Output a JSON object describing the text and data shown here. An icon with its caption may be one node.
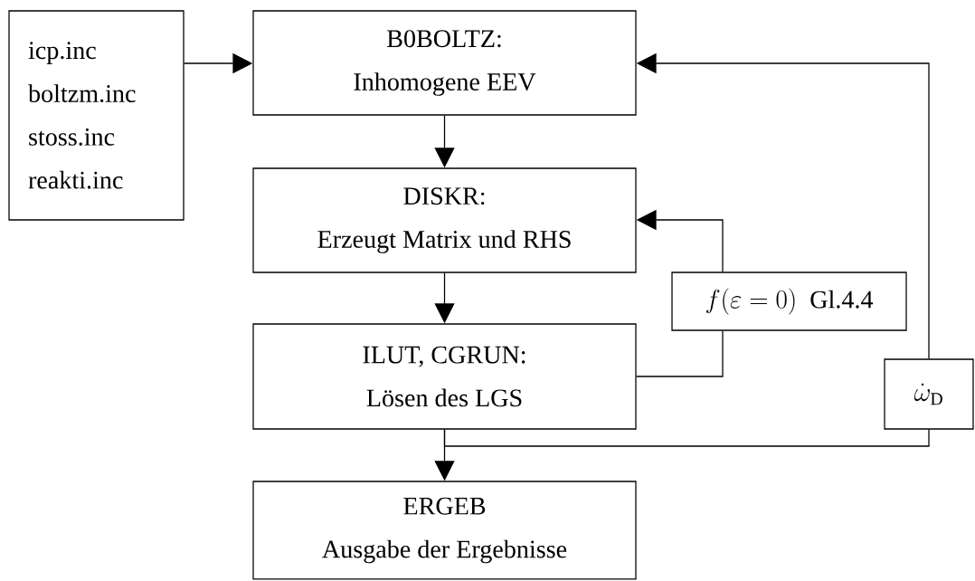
{
  "diagram": {
    "nodes": [
      {
        "text": [
          "icp.inc",
          "boltzm.inc",
          "stoss.inc",
          "reakti.inc"
        ]
      },
      {
        "text": [
          "B0BOLTZ:",
          "Inhomogene EEV"
        ]
      },
      {
        "text": [
          "DISKR:",
          "Erzeugt Matrix und RHS"
        ]
      },
      {
        "text": [
          "ILUT, CGRUN:",
          "Lösen des LGS"
        ]
      },
      {
        "text": [
          "ERGEB",
          "Ausgabe der Ergebnisse"
        ]
      },
      {
        "text": [
          "f(\\varepsilon=0)",
          "Gl.4.4"
        ]
      },
      {
        "text": [
          "\\dot{\\omega}_{\\mathrm{D}}"
        ]
      }
    ],
    "edges": [
      {
        "from": 0,
        "to": 1,
        "arrow": "to"
      },
      {
        "from": 1,
        "to": 2,
        "arrow": "to"
      },
      {
        "from": 2,
        "to": 3,
        "arrow": "to"
      },
      {
        "from": 3,
        "to": 4,
        "arrow": "to"
      },
      {
        "from": 3,
        "to": 5,
        "arrow": "none"
      },
      {
        "from": 5,
        "to": 2,
        "arrow": "to"
      },
      {
        "from": 3,
        "to": 6,
        "arrow": "none"
      },
      {
        "from": 6,
        "to": 1,
        "arrow": "to"
      }
    ]
  }
}
